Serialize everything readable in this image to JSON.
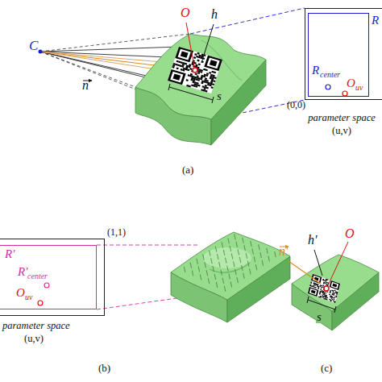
{
  "diagram": {
    "nodes": [
      {
        "text": [
          "parameter space",
          "(u,v)"
        ]
      },
      {
        "text": [
          "R"
        ],
        "in": 0
      },
      {
        "text": [
          "parameter space",
          "(u,v)"
        ]
      },
      {
        "text": [
          "R'"
        ],
        "in": 2
      }
    ],
    "labels": [
      "C",
      "O",
      "h",
      "n",
      "s",
      "(0,0)",
      "R",
      "center",
      "O",
      "uv",
      "(a)",
      "(1,1)",
      "R'",
      "center",
      "O",
      "uv",
      "(b)",
      "n'",
      "h'",
      "O",
      "s",
      "(c)"
    ]
  }
}
